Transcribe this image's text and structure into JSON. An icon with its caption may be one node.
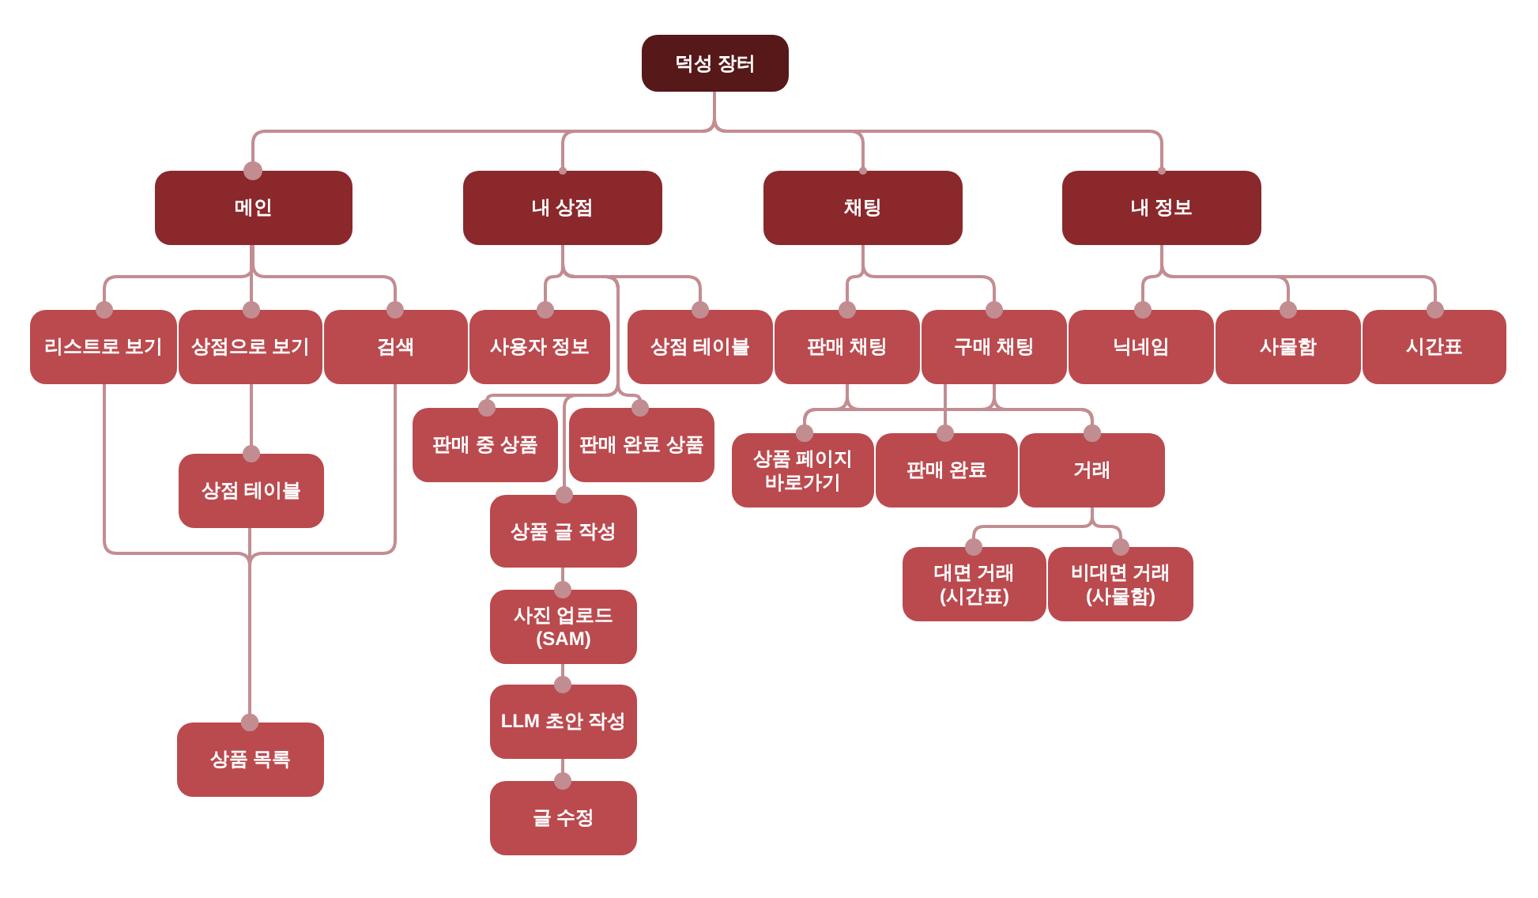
{
  "diagram": {
    "nodes": [
      {
        "text": [
          "덕성 장터"
        ]
      },
      {
        "text": [
          "메인"
        ]
      },
      {
        "text": [
          "내 상점"
        ]
      },
      {
        "text": [
          "채팅"
        ]
      },
      {
        "text": [
          "내 정보"
        ]
      },
      {
        "text": [
          "리스트로 보기"
        ]
      },
      {
        "text": [
          "상점으로 보기"
        ]
      },
      {
        "text": [
          "검색"
        ]
      },
      {
        "text": [
          "사용자 정보"
        ]
      },
      {
        "text": [
          "상점 테이블"
        ]
      },
      {
        "text": [
          "판매 채팅"
        ]
      },
      {
        "text": [
          "구매 채팅"
        ]
      },
      {
        "text": [
          "닉네임"
        ]
      },
      {
        "text": [
          "사물함"
        ]
      },
      {
        "text": [
          "시간표"
        ]
      },
      {
        "text": [
          "판매 중 상품"
        ]
      },
      {
        "text": [
          "판매 완료 상품"
        ]
      },
      {
        "text": [
          "상품 페이지 바로가기"
        ]
      },
      {
        "text": [
          "판매 완료"
        ]
      },
      {
        "text": [
          "거래"
        ]
      },
      {
        "text": [
          "상점 테이블"
        ]
      },
      {
        "text": [
          "상품 글 작성"
        ]
      },
      {
        "text": [
          "대면 거래 (시간표)"
        ]
      },
      {
        "text": [
          "비대면 거래 (사물함)"
        ]
      },
      {
        "text": [
          "사진 업로드 (SAM)"
        ]
      },
      {
        "text": [
          "LLM 초안 작성"
        ]
      },
      {
        "text": [
          "상품 목록"
        ]
      },
      {
        "text": [
          "글 수정"
        ]
      }
    ],
    "edges": [
      {
        "from": 0,
        "to": 1,
        "arrow": "other"
      },
      {
        "from": 0,
        "to": 2,
        "arrow": "other"
      },
      {
        "from": 0,
        "to": 3,
        "arrow": "other"
      },
      {
        "from": 0,
        "to": 4,
        "arrow": "other"
      },
      {
        "from": 1,
        "to": 5,
        "arrow": "other"
      },
      {
        "from": 1,
        "to": 6,
        "arrow": "other"
      },
      {
        "from": 1,
        "to": 7,
        "arrow": "other"
      },
      {
        "from": 2,
        "to": 8,
        "arrow": "other"
      },
      {
        "from": 2,
        "to": 9,
        "arrow": "other"
      },
      {
        "from": 2,
        "to": 15,
        "arrow": "other"
      },
      {
        "from": 2,
        "to": 16,
        "arrow": "other"
      },
      {
        "from": 2,
        "to": 21,
        "arrow": "other"
      },
      {
        "from": 3,
        "to": 10,
        "arrow": "other"
      },
      {
        "from": 3,
        "to": 11,
        "arrow": "other"
      },
      {
        "from": 4,
        "to": 12,
        "arrow": "other"
      },
      {
        "from": 4,
        "to": 13,
        "arrow": "other"
      },
      {
        "from": 4,
        "to": 14,
        "arrow": "other"
      },
      {
        "from": 5,
        "to": 26,
        "arrow": "other"
      },
      {
        "from": 6,
        "to": 20,
        "arrow": "other"
      },
      {
        "from": 7,
        "to": 26,
        "arrow": "other"
      },
      {
        "from": 20,
        "to": 26,
        "arrow": "other"
      },
      {
        "from": 10,
        "to": 17,
        "arrow": "other"
      },
      {
        "from": 10,
        "to": 19,
        "arrow": "other"
      },
      {
        "from": 11,
        "to": 17,
        "arrow": "other"
      },
      {
        "from": 11,
        "to": 19,
        "arrow": "other"
      },
      {
        "from": 11,
        "to": 18,
        "arrow": "other"
      },
      {
        "from": 19,
        "to": 22,
        "arrow": "other"
      },
      {
        "from": 19,
        "to": 23,
        "arrow": "other"
      },
      {
        "from": 21,
        "to": 24,
        "arrow": "other"
      },
      {
        "from": 24,
        "to": 25,
        "arrow": "other"
      },
      {
        "from": 25,
        "to": 27,
        "arrow": "other"
      }
    ]
  }
}
